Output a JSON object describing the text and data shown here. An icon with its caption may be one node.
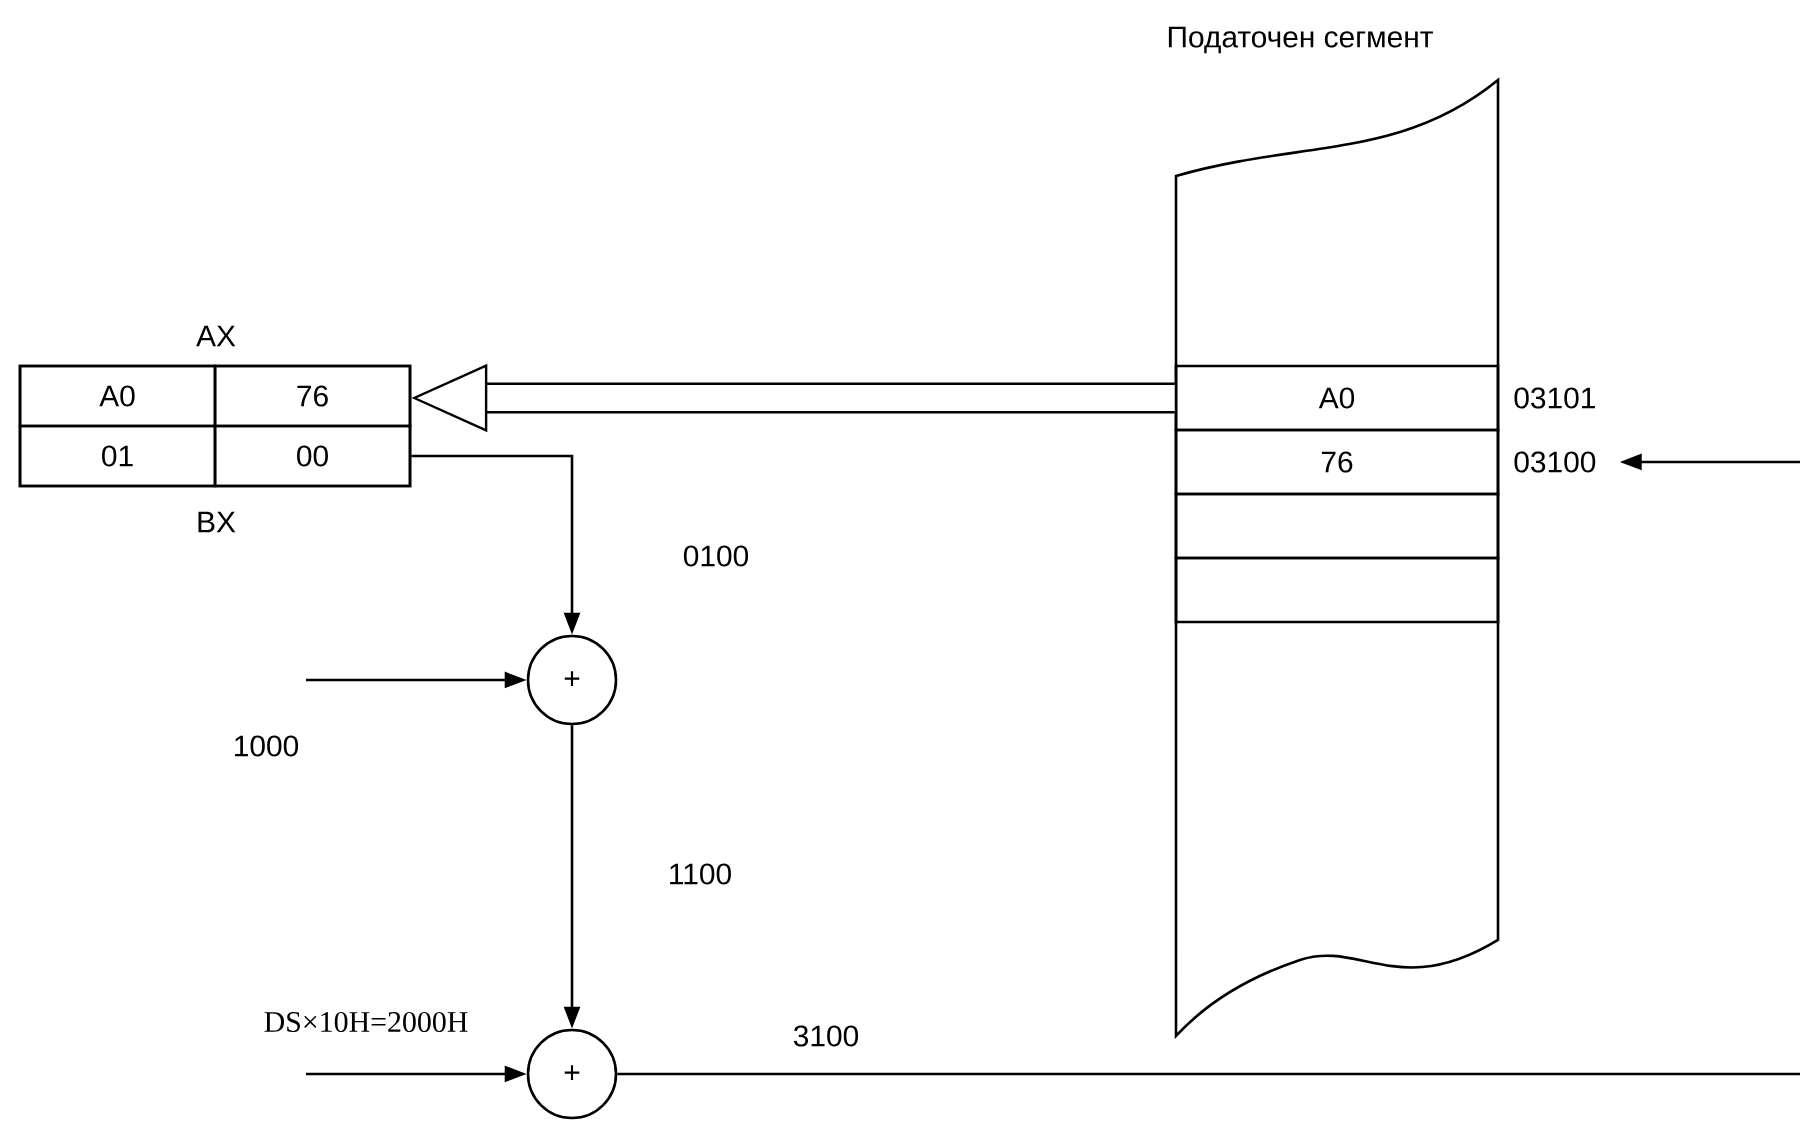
{
  "diagram": {
    "nodes": [
      {
        "text": [
          "Податочен сегмент"
        ]
      },
      {
        "text": [
          "A0"
        ],
        "in": 0,
        "beside": [
          "03101"
        ]
      },
      {
        "text": [
          "76"
        ],
        "in": 0,
        "beside": [
          "03100"
        ]
      },
      {
        "text": [],
        "shape": "box",
        "in": 0
      },
      {
        "text": [],
        "shape": "box",
        "in": 0
      },
      {
        "text": [
          "AX",
          "BX"
        ]
      },
      {
        "text": [
          "A0"
        ],
        "in": 5
      },
      {
        "text": [
          "76"
        ],
        "in": 5
      },
      {
        "text": [
          "01"
        ],
        "in": 5
      },
      {
        "text": [
          "00"
        ],
        "in": 5
      },
      {
        "text": [
          "+"
        ]
      },
      {
        "text": [
          "+"
        ]
      }
    ],
    "edges": [
      {
        "from": 1,
        "to": 5,
        "arrow": "to",
        "style": "thick"
      },
      {
        "from": 9,
        "to": 10,
        "arrow": "to",
        "label": "0100"
      },
      {
        "from": null,
        "to": 10,
        "arrow": "to",
        "label": "1000"
      },
      {
        "from": 10,
        "to": 11,
        "arrow": "to",
        "label": "1100"
      },
      {
        "from": null,
        "to": 11,
        "arrow": "to",
        "label": "DS×10H=2000H"
      },
      {
        "from": 11,
        "to": null,
        "arrow": "none",
        "label": "3100"
      },
      {
        "from": null,
        "to": 2,
        "arrow": "to"
      }
    ]
  }
}
